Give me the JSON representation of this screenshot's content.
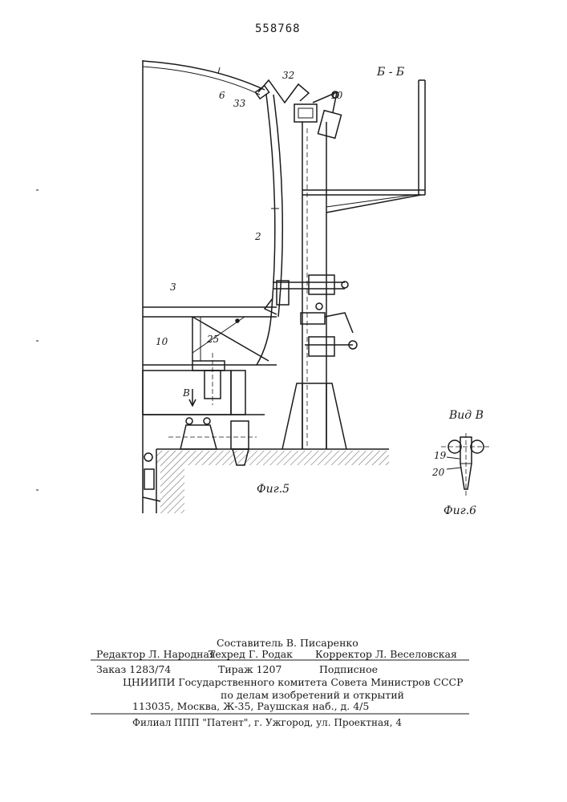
{
  "patent_number": "558768",
  "figures": {
    "fig5": {
      "caption": "Фиг.5",
      "section_label": "Б - Б",
      "view_arrow_label": "В",
      "callouts": [
        "6",
        "33",
        "32",
        "10",
        "2",
        "3",
        "25",
        "10"
      ]
    },
    "fig6": {
      "caption": "Фиг.6",
      "view_label": "Вид В",
      "callouts": [
        "19",
        "20"
      ]
    }
  },
  "imprint": {
    "compiler": "Составитель В. Писаренко",
    "editor": "Редактор Л. Народная",
    "techeditor": "Техред Г. Родак",
    "corrector": "Корректор  Л. Веселовская",
    "order": "Заказ 1283/74",
    "circulation": "Тираж 1207",
    "subscription": "Подписное",
    "org_line1": "ЦНИИПИ Государственного комитета Совета Министров СССР",
    "org_line2": "по делам изобретений и открытий",
    "address": "113035, Москва, Ж-35, Раушская наб., д. 4/5",
    "branch": "Филиал ППП \"Патент\", г. Ужгород, ул. Проектная, 4"
  }
}
